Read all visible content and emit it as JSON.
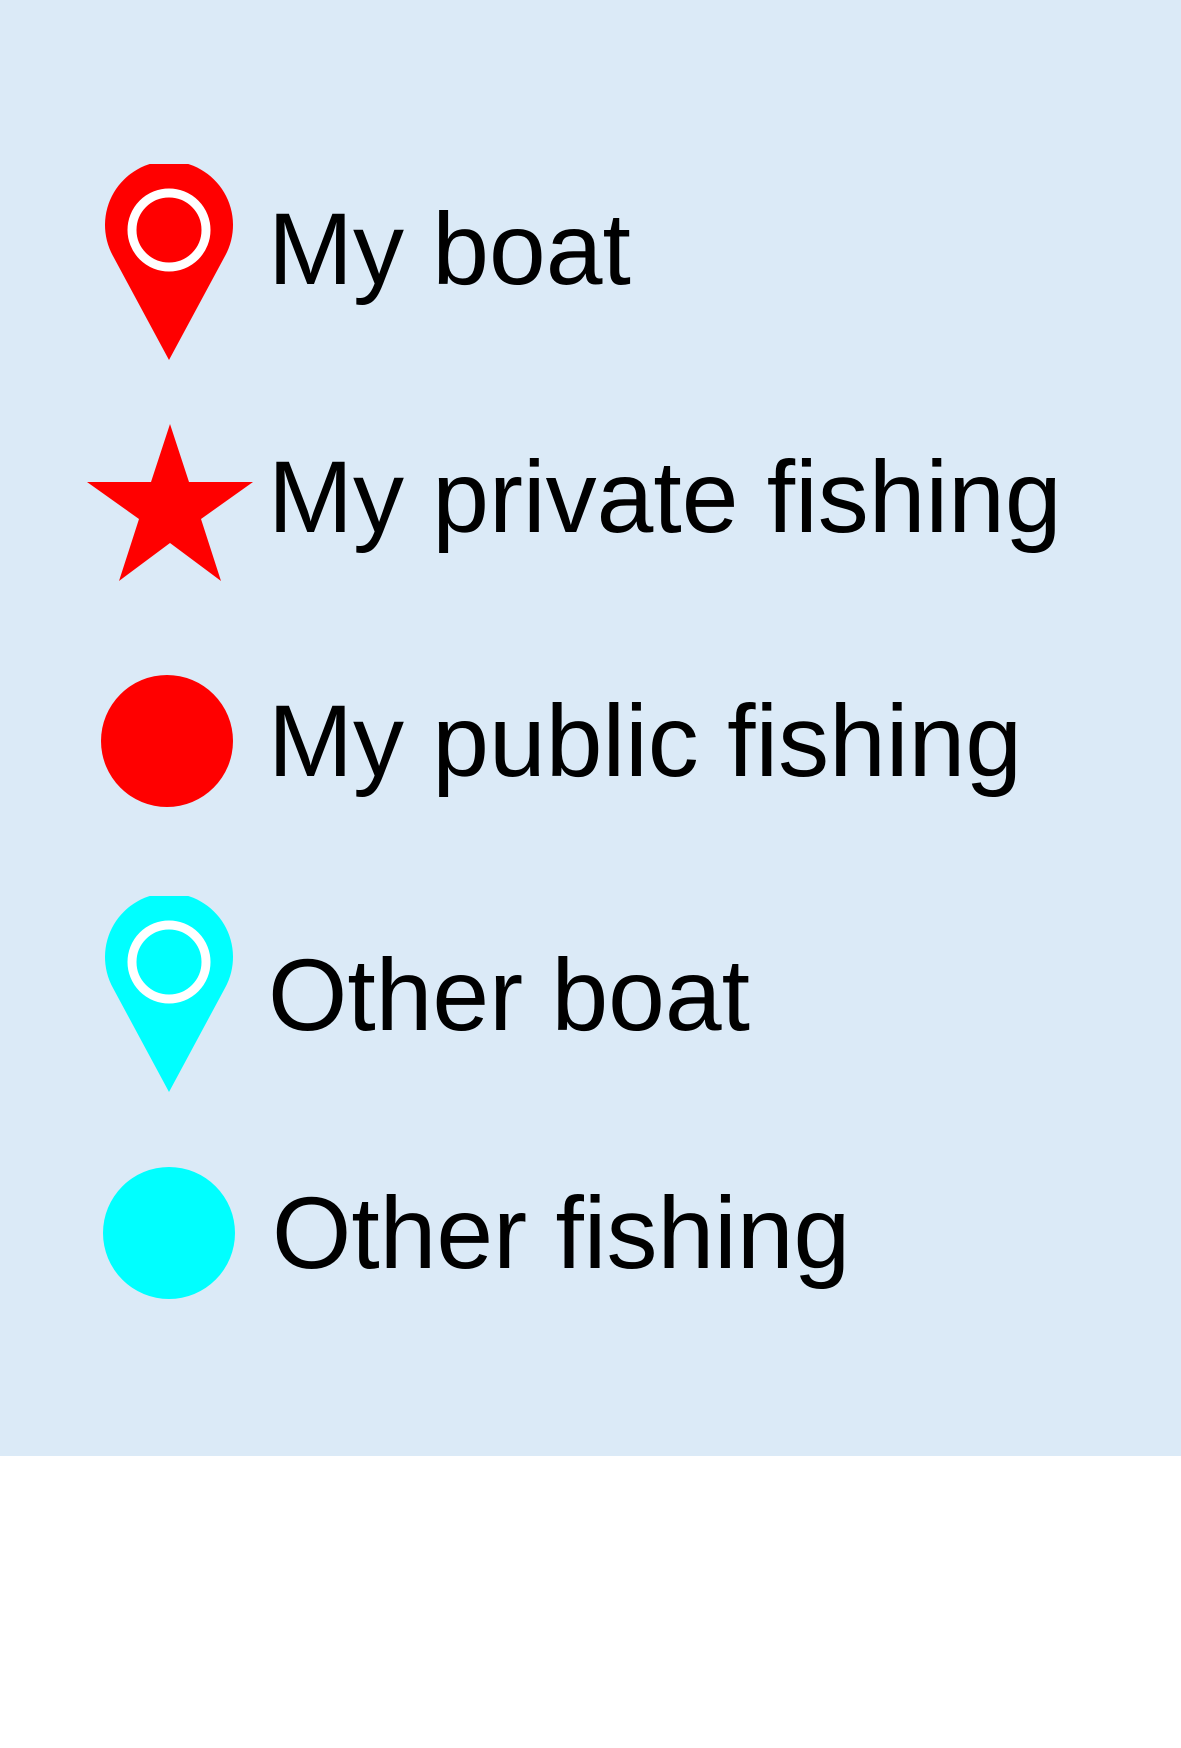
{
  "colors": {
    "panel_background": "#dbeaf7",
    "mine": "#ff0000",
    "other": "#00ffff",
    "pin_ring": "#ffffff",
    "text": "#000000"
  },
  "legend": {
    "items": [
      {
        "icon": "pin-icon",
        "color": "#ff0000",
        "label": "My boat"
      },
      {
        "icon": "star-icon",
        "color": "#ff0000",
        "label": "My private fishing"
      },
      {
        "icon": "circle-icon",
        "color": "#ff0000",
        "label": "My public fishing"
      },
      {
        "icon": "pin-icon",
        "color": "#00ffff",
        "label": "Other boat"
      },
      {
        "icon": "circle-icon",
        "color": "#00ffff",
        "label": "Other fishing"
      }
    ]
  }
}
